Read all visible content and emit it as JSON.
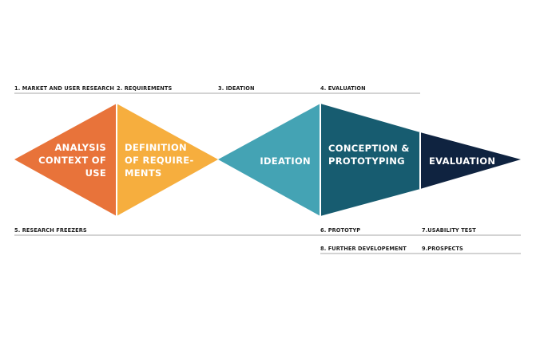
{
  "colors": {
    "analysis": "#E8733A",
    "requirements": "#F6AE3E",
    "ideation": "#44A3B4",
    "conception": "#175C70",
    "evaluation": "#0F2340"
  },
  "top_labels": [
    "1. MARKET AND USER RESEARCH",
    "2. REQUIREMENTS",
    "3. IDEATION",
    "4. EVALUATION"
  ],
  "bottom_labels": {
    "research_freezers": "5. RESEARCH FREEZERS",
    "prototype": "6. PROTOTYP",
    "usability_test": "7.USABILITY TEST",
    "further_development": "8. FURTHER DEVELOPEMENT",
    "prospects": "9.PROSPECTS"
  },
  "shapes": {
    "analysis": [
      "ANALYSIS",
      "CONTEXT OF",
      "USE"
    ],
    "requirements": [
      "DEFINITION",
      "OF REQUIRE-",
      "MENTS"
    ],
    "ideation": [
      "IDEATION"
    ],
    "conception": [
      "CONCEPTION &",
      "PROTOTYPING"
    ],
    "evaluation": [
      "EVALUATION"
    ]
  }
}
